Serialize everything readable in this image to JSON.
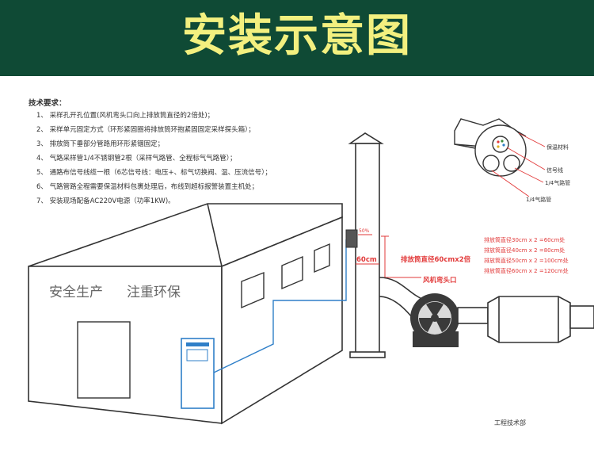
{
  "header": {
    "title": "安装示意图"
  },
  "requirements": {
    "title": "技术要求：",
    "items": [
      "1、 采样孔开孔位置(风机弯头口向上排放筒直径的2倍处)；",
      "2、 采样单元固定方式（环形紧固圈将排放筒环抱紧固固定采样探头箱）；",
      "3、 排放筒下垂部分管路用环形紧锢固定；",
      "4、 气路采样管1/4不锈钢管2根（采样气路管、全程标气气路管）；",
      "5、 通路布信号线缆一根（6芯信号线：电压+、标气切换阀、温、压流信号）；",
      "6、 气路管路全程需要保温材料包裹处理后，布线到超标报警装置主机处；",
      "7、 安装现场配备AC220V电源（功率1KW)。"
    ]
  },
  "building": {
    "slogan_left": "安全生产",
    "slogan_right": "注重环保"
  },
  "stack": {
    "pct_label": "50%",
    "width_label": "60cm",
    "height_note": "排放筒直径60cmx2倍",
    "elbow_label": "风机弯头口"
  },
  "cross_section": {
    "labels": [
      "保温材料",
      "信号线",
      "1/4气路管",
      "1/4气路管"
    ]
  },
  "notes": [
    "排放筒直径30cm x 2 =60cm处",
    "排放筒直径40cm x 2 =80cm处",
    "排放筒直径50cm x 2 =100cm处",
    "排放筒直径60cm x 2 =120cm处"
  ],
  "footer": {
    "department": "工程技术部"
  },
  "colors": {
    "banner": "#0f4a35",
    "title": "#f3f07f",
    "red": "#e23a3a",
    "cable": "#2f7fc8"
  }
}
